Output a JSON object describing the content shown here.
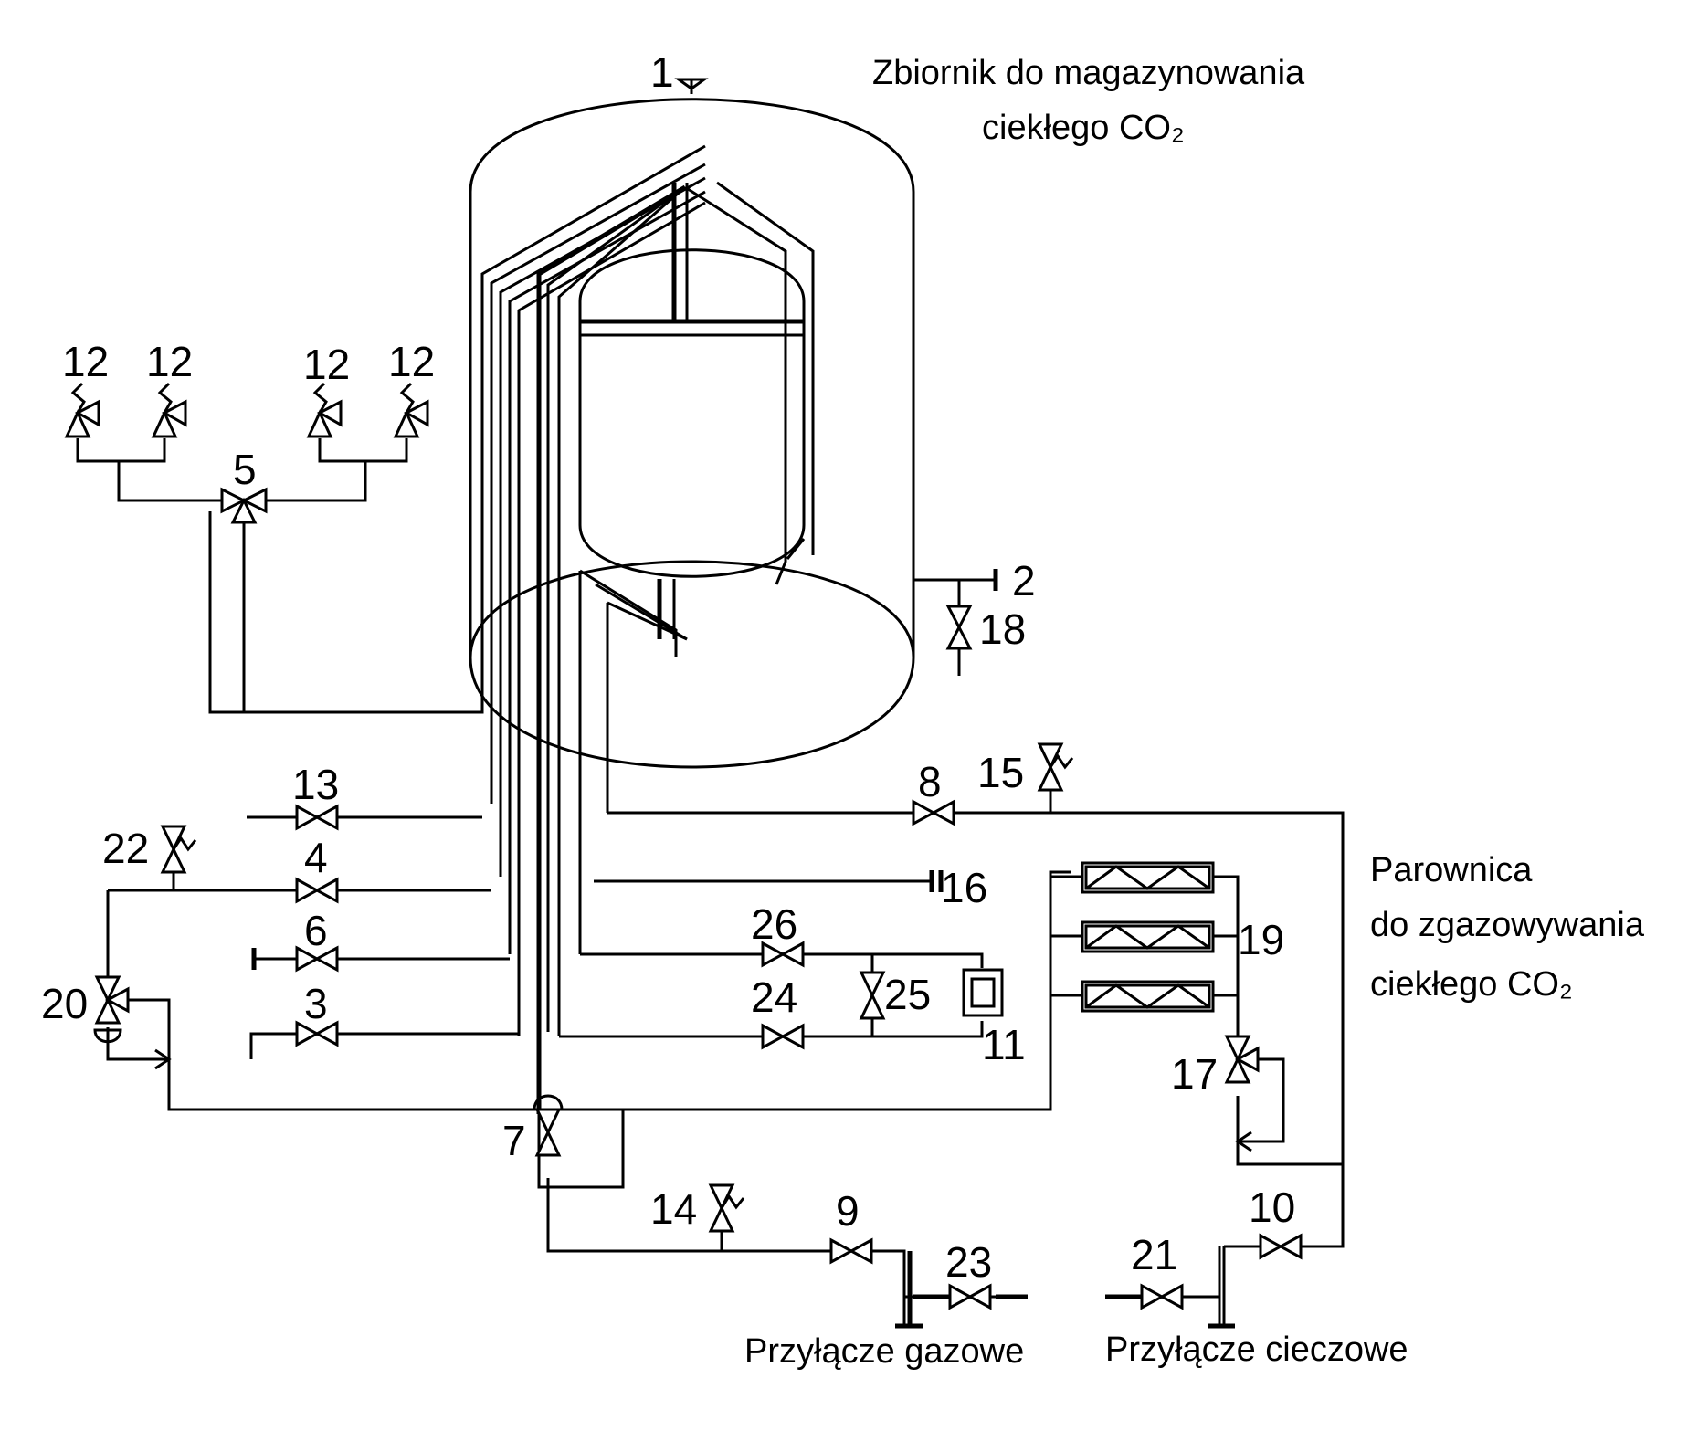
{
  "labels": {
    "tank_title_1": "Zbiornik do magazynowania",
    "tank_title_2": "ciekłego CO₂",
    "evap_title_1": "Parownica",
    "evap_title_2": "do zgazowywania",
    "evap_title_3": "ciekłego CO₂",
    "gas_connection": "Przyłącze gazowe",
    "liquid_connection": "Przyłącze cieczowe"
  },
  "item_numbers": {
    "n1": "1",
    "n2": "2",
    "n3": "3",
    "n4": "4",
    "n5": "5",
    "n6": "6",
    "n7": "7",
    "n8": "8",
    "n9": "9",
    "n10": "10",
    "n11": "11",
    "n12": "12",
    "n13": "13",
    "n14": "14",
    "n15": "15",
    "n16": "16",
    "n17": "17",
    "n18": "18",
    "n19": "19",
    "n20": "20",
    "n21": "21",
    "n22": "22",
    "n23": "23",
    "n24": "24",
    "n25": "25",
    "n26": "26"
  }
}
